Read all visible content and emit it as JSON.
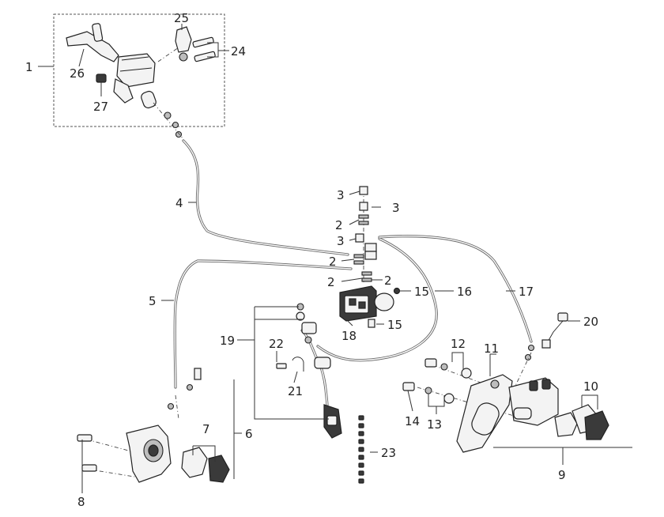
{
  "callouts": {
    "c1": "1",
    "c2a": "2",
    "c2b": "2",
    "c2c": "2",
    "c2d": "2",
    "c3a": "3",
    "c3b": "3",
    "c3c": "3",
    "c4": "4",
    "c5": "5",
    "c6": "6",
    "c7": "7",
    "c8": "8",
    "c9": "9",
    "c10": "10",
    "c11": "11",
    "c12": "12",
    "c13": "13",
    "c14": "14",
    "c15a": "15",
    "c15b": "15",
    "c16": "16",
    "c17": "17",
    "c18": "18",
    "c19": "19",
    "c20": "20",
    "c21": "21",
    "c22": "22",
    "c23": "23",
    "c24": "24",
    "c25": "25",
    "c26": "26",
    "c27": "27"
  }
}
